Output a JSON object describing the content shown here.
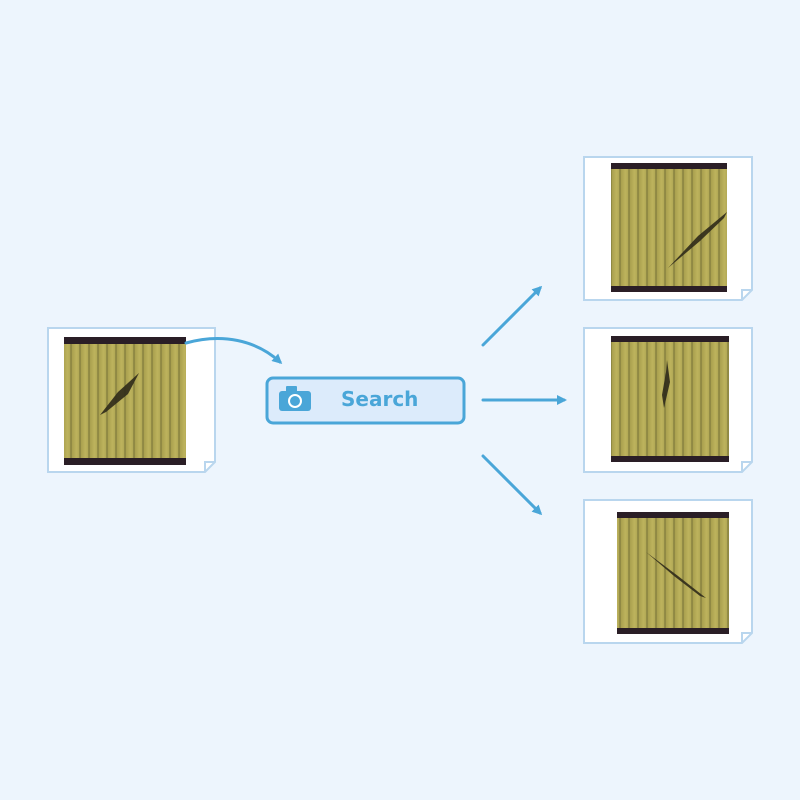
{
  "search": {
    "label": "Search",
    "icon": "camera-icon"
  },
  "query_image": {
    "icon": "solar-cell-crack-image"
  },
  "results": [
    {
      "icon": "solar-cell-crack-image"
    },
    {
      "icon": "solar-cell-crack-image"
    },
    {
      "icon": "solar-cell-crack-image"
    }
  ],
  "colors": {
    "background": "#edf5fd",
    "accent": "#4aa6d8",
    "card_border": "#b9d6ee",
    "cell_fill": "#b3aa56",
    "busbar": "#2a1e26"
  }
}
